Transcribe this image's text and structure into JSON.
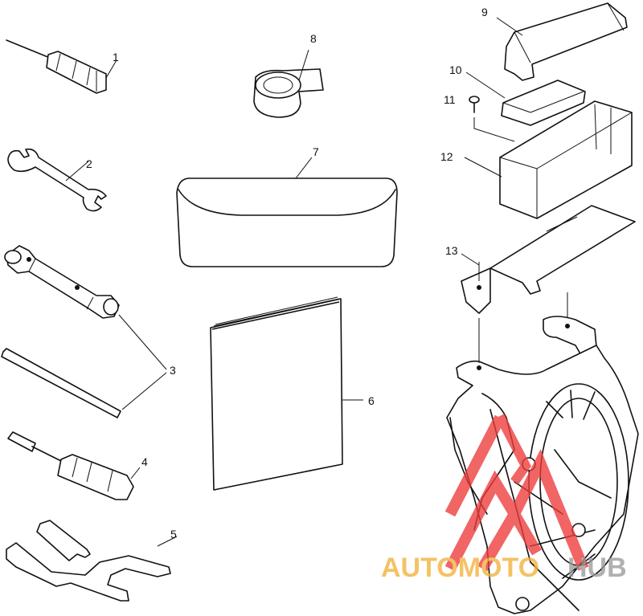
{
  "callouts": [
    "1",
    "2",
    "3",
    "4",
    "5",
    "6",
    "7",
    "8",
    "9",
    "10",
    "11",
    "12",
    "13"
  ],
  "watermark": {
    "text_a": "AUTOMOTO",
    "text_b": "HUB",
    "color_a": "#f2b23a",
    "color_b": "#9a9a9a",
    "logo_color": "#ee3b3b"
  }
}
